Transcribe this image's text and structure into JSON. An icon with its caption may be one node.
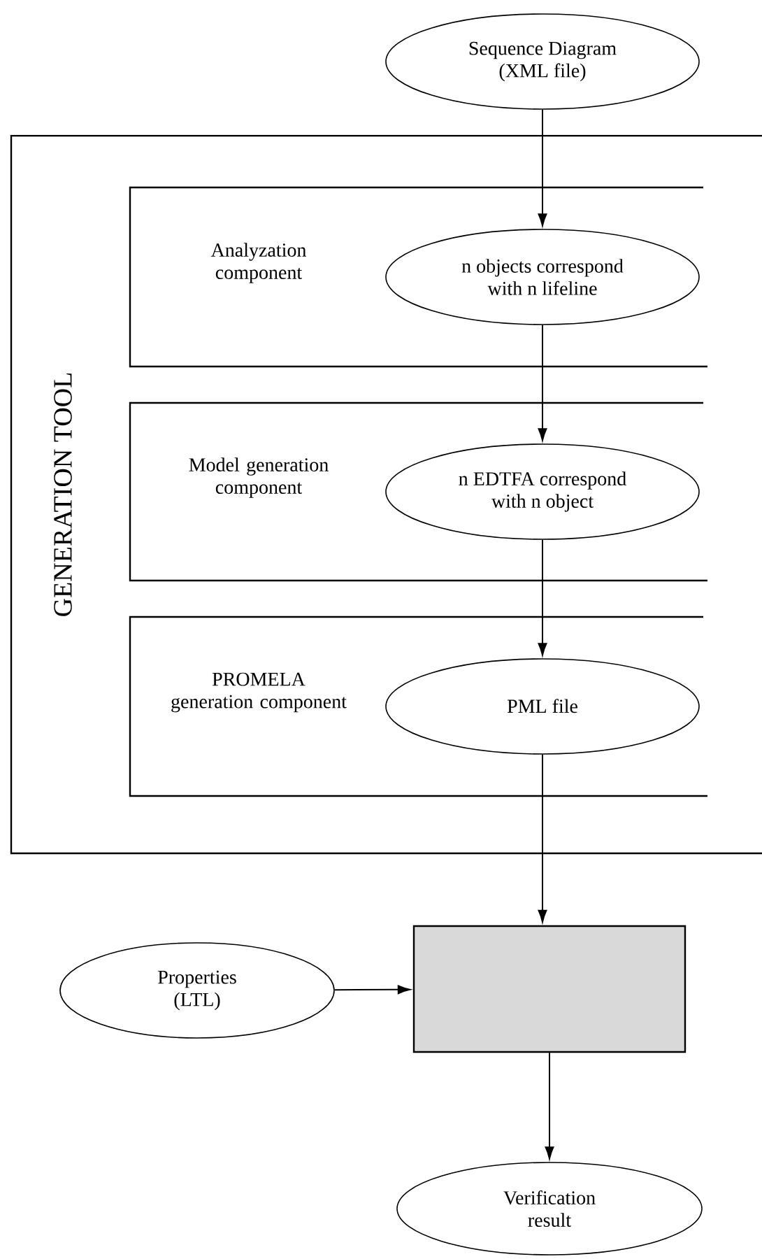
{
  "diagram": {
    "nodes": [
      {
        "text": [
          "Sequence Diagram (XML file)"
        ]
      },
      {
        "text": [
          "GENERATION TOOL"
        ]
      },
      {
        "text": [
          "Analyzation component"
        ],
        "in": 1
      },
      {
        "text": [
          "n objects correspond with n lifeline"
        ],
        "in": 2
      },
      {
        "text": [
          "Model generation component"
        ],
        "in": 1
      },
      {
        "text": [
          "n EDTFA correspond with n object"
        ],
        "in": 4
      },
      {
        "text": [
          "PROMELA generation component"
        ],
        "in": 1
      },
      {
        "text": [
          "PML file"
        ],
        "in": 6
      },
      {
        "text": [],
        "shape": "box"
      },
      {
        "text": [
          "Properties (LTL)"
        ]
      },
      {
        "text": [
          "Verification result"
        ]
      }
    ],
    "edges": [
      {
        "from": 0,
        "to": 3,
        "arrow": "to"
      },
      {
        "from": 3,
        "to": 5,
        "arrow": "to"
      },
      {
        "from": 5,
        "to": 7,
        "arrow": "to"
      },
      {
        "from": 7,
        "to": 8,
        "arrow": "to"
      },
      {
        "from": 9,
        "to": 8,
        "arrow": "to"
      },
      {
        "from": 8,
        "to": 10,
        "arrow": "to"
      }
    ]
  }
}
